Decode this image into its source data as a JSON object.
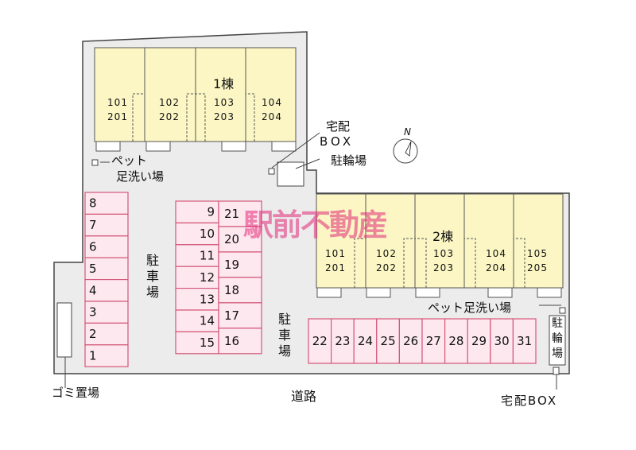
{
  "building1": {
    "title": "1棟",
    "units": [
      {
        "top": "101",
        "bottom": "201"
      },
      {
        "top": "102",
        "bottom": "202"
      },
      {
        "top": "103",
        "bottom": "203"
      },
      {
        "top": "104",
        "bottom": "204"
      }
    ]
  },
  "building2": {
    "title": "2棟",
    "units": [
      {
        "top": "101",
        "bottom": "201"
      },
      {
        "top": "102",
        "bottom": "202"
      },
      {
        "top": "103",
        "bottom": "203"
      },
      {
        "top": "104",
        "bottom": "204"
      },
      {
        "top": "105",
        "bottom": "205"
      }
    ]
  },
  "labels": {
    "delivery_box_top_line1": "宅配",
    "delivery_box_top_line2": "BOX",
    "bike_parking_top": "駐輪場",
    "pet_wash_top_line1": "ペット",
    "pet_wash_top_line2": "足洗い場",
    "pet_wash_right": "ペット足洗い場",
    "parking_left": "駐車場",
    "parking_right": "駐車場",
    "bike_parking_right": "駐輪場",
    "garbage": "ゴミ置場",
    "road": "道路",
    "delivery_box_bottom": "宅配BOX",
    "north": "N",
    "watermark": "駅前不動産"
  },
  "parking": {
    "left_column": [
      "8",
      "7",
      "6",
      "5",
      "4",
      "3",
      "2",
      "1"
    ],
    "middle_left": [
      "9",
      "10",
      "11",
      "12",
      "13",
      "14",
      "15"
    ],
    "middle_right": [
      "21",
      "20",
      "19",
      "18",
      "17",
      "16"
    ],
    "bottom_row": [
      "22",
      "23",
      "24",
      "25",
      "26",
      "27",
      "28",
      "29",
      "30",
      "31"
    ]
  },
  "colors": {
    "building_fill": "#fbf6c4",
    "parking_fill": "#fde8ef",
    "parking_border": "#d4577a",
    "site_fill": "#ececec",
    "outline": "#444444"
  }
}
